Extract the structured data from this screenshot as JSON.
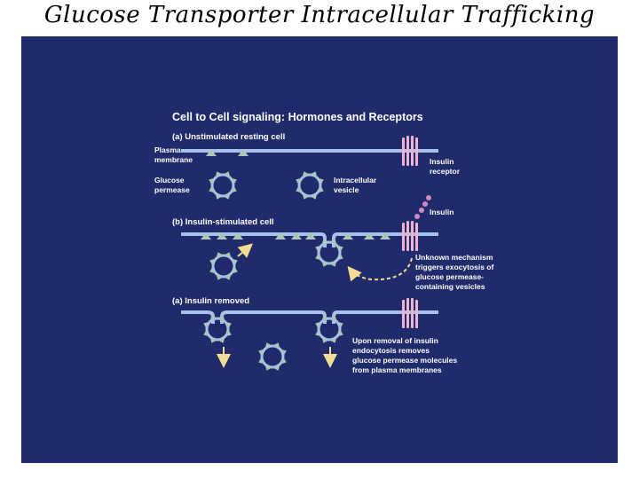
{
  "title": "Glucose Transporter Intracellular Trafficking",
  "figure": {
    "heading": "Cell to Cell signaling: Hormones and Receptors",
    "colors": {
      "background": "#1f2b6b",
      "membrane": "#a9c0e8",
      "permease": "#a7c8b4",
      "receptor": "#efb3cf",
      "insulin": "#d08ac0",
      "arrow": "#f3dc94"
    },
    "panel_a": {
      "label": "(a) Unstimulated resting cell",
      "plasma_membrane": [
        "Plasma",
        "membrane"
      ],
      "insulin_receptor": [
        "Insulin",
        "receptor"
      ],
      "glucose_permease": [
        "Glucose",
        "permease"
      ],
      "intracellular_vesicle": [
        "Intracellular",
        "vesicle"
      ]
    },
    "panel_b": {
      "label": "(b) Insulin-stimulated cell",
      "insulin": "Insulin",
      "mechanism": [
        "Unknown mechanism",
        "triggers exocytosis of",
        "glucose permease-",
        "containing vesicles"
      ]
    },
    "panel_c": {
      "label": "(a) Insulin removed",
      "endocytosis": [
        "Upon removal of insulin",
        "endocytosis removes",
        "glucose permease molecules",
        "from plasma membranes"
      ]
    }
  }
}
